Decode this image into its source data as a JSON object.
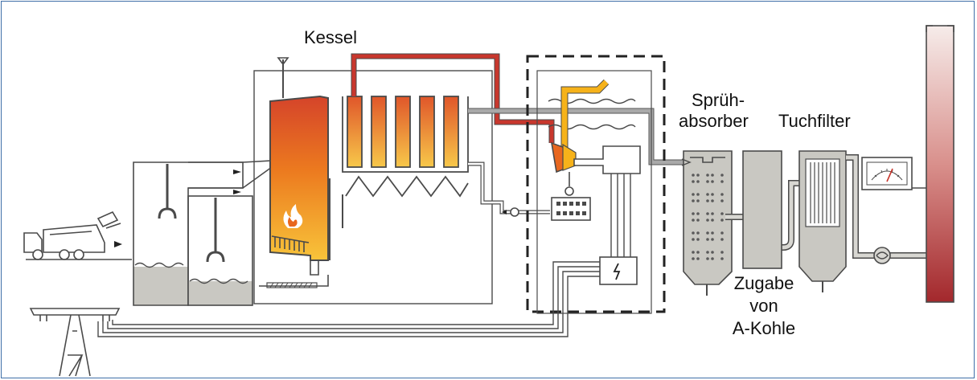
{
  "labels": {
    "kessel": "Kessel",
    "spruehabsorber_1": "Sprüh-",
    "spruehabsorber_2": "absorber",
    "tuchfilter": "Tuchfilter",
    "zugabe_1": "Zugabe",
    "zugabe_2": "von",
    "zugabe_3": "A-Kohle"
  },
  "colors": {
    "frame": "#3f6fa8",
    "outline": "#4a4a4a",
    "hot_red": "#c8372d",
    "flame_orange": "#e8671f",
    "flame_yellow": "#f6b21a",
    "ash_grey": "#c9c8c2",
    "duct_grey": "#8a8a8a",
    "chimney_dark": "#a3282c"
  },
  "icons": [
    "garbage-truck-icon",
    "flame-icon",
    "power-pylon-icon",
    "gauge-icon",
    "pump-icon",
    "lightning-icon"
  ]
}
